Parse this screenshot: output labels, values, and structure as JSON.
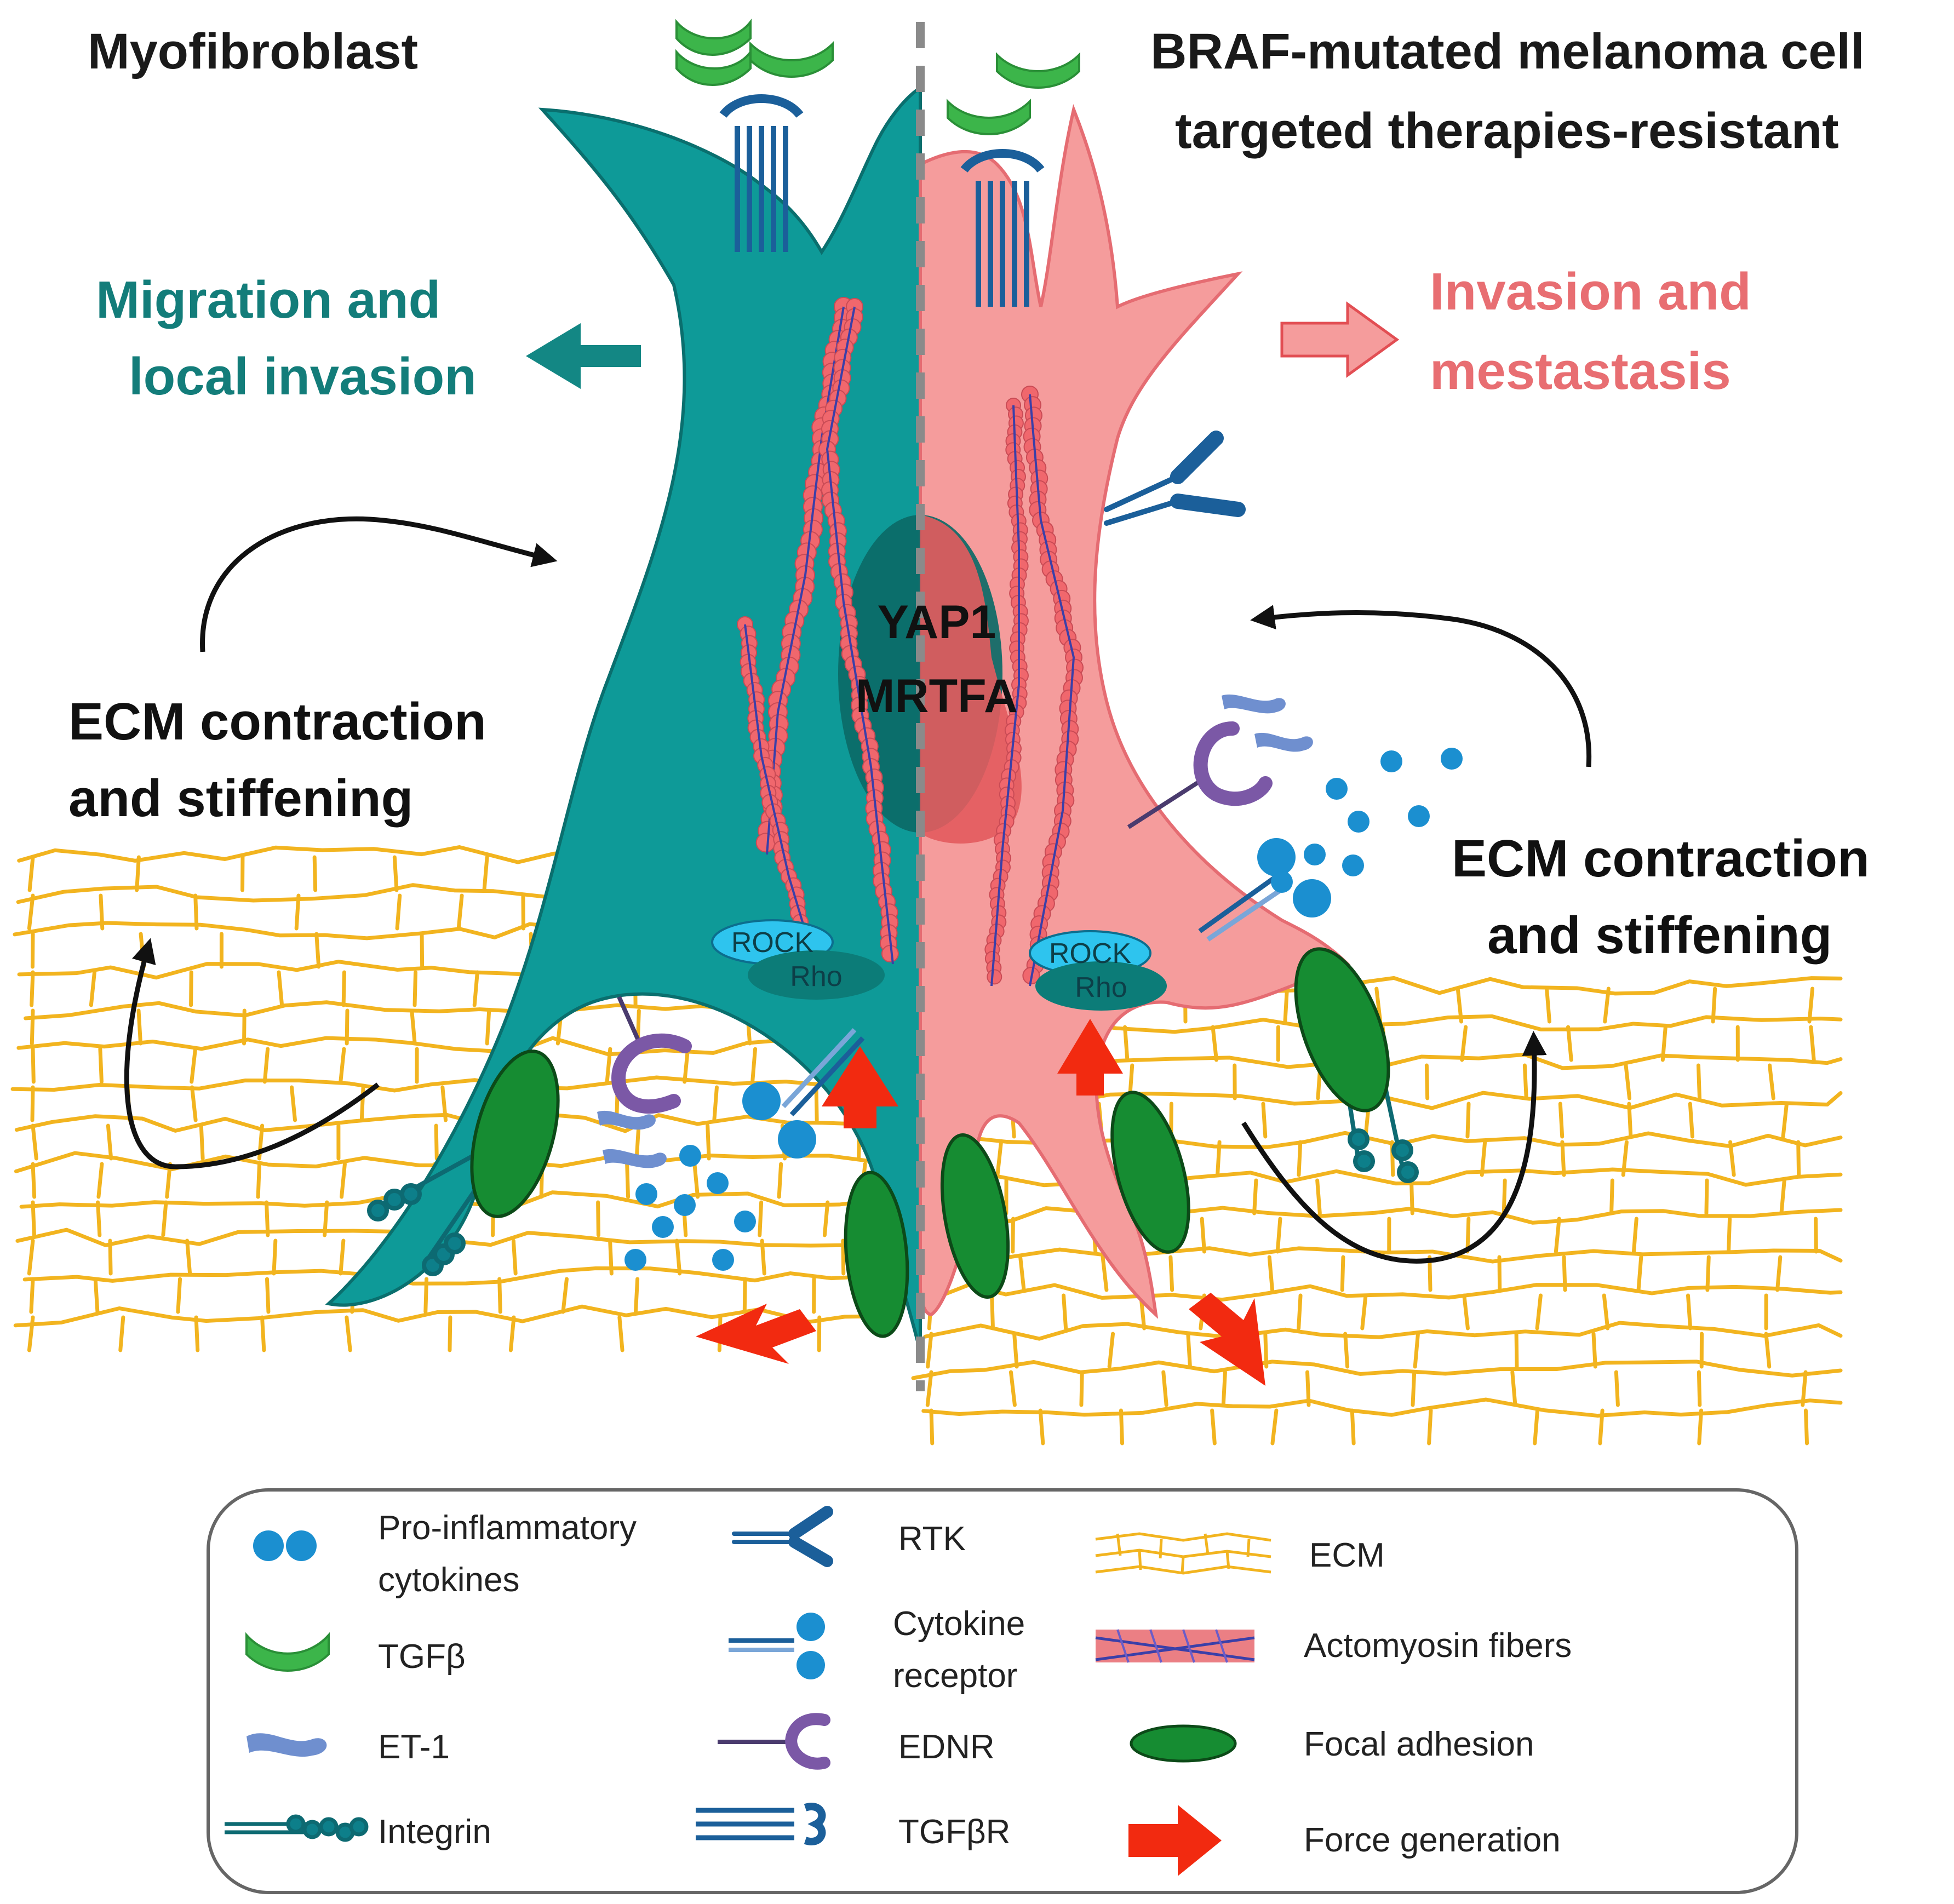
{
  "colors": {
    "myofibroblast": "#0e9a98",
    "melanoma": "#f59c9c",
    "ecm": "#f2b41f",
    "actomyosin": "#e8686e",
    "focal_adhesion": "#168c32",
    "force": "#f22a10",
    "tgfb": "#3cb54a",
    "cytokine": "#1b8fd0",
    "et1": "#6f8fcf",
    "ednr": "#7b58a6",
    "receptor": "#1b5f9a",
    "divider": "#8a8a8a",
    "teal_text": "#137d7a",
    "pink_text": "#e86e72"
  },
  "titles": {
    "left": "Myofibroblast",
    "right_line1": "BRAF-mutated melanoma cell",
    "right_line2": "targeted therapies-resistant"
  },
  "outcomes": {
    "left_line1": "Migration  and",
    "left_line2": "local invasion",
    "right_line1": "Invasion and",
    "right_line2": "mestastasis"
  },
  "ecm_label": {
    "line1": "ECM contraction",
    "line2": "and stiffening"
  },
  "nucleus": {
    "line1": "YAP1",
    "line2": "MRTFA"
  },
  "signaling": {
    "rock": "ROCK",
    "rho": "Rho"
  },
  "legend": {
    "items": [
      {
        "icon": "cytokines-icon",
        "label_line1": "Pro-inflammatory",
        "label_line2": "cytokines"
      },
      {
        "icon": "tgfb-icon",
        "label_line1": "TGFβ"
      },
      {
        "icon": "et1-icon",
        "label_line1": "ET-1"
      },
      {
        "icon": "integrin-icon",
        "label_line1": "Integrin"
      },
      {
        "icon": "rtk-icon",
        "label_line1": "RTK"
      },
      {
        "icon": "cytokine-receptor-icon",
        "label_line1": "Cytokine",
        "label_line2": "receptor"
      },
      {
        "icon": "ednr-icon",
        "label_line1": "EDNR"
      },
      {
        "icon": "tgfbr-icon",
        "label_line1": "TGFβR"
      },
      {
        "icon": "ecm-icon",
        "label_line1": "ECM"
      },
      {
        "icon": "actomyosin-icon",
        "label_line1": "Actomyosin fibers"
      },
      {
        "icon": "focal-adhesion-icon",
        "label_line1": "Focal adhesion"
      },
      {
        "icon": "force-generation-icon",
        "label_line1": "Force generation"
      }
    ]
  }
}
